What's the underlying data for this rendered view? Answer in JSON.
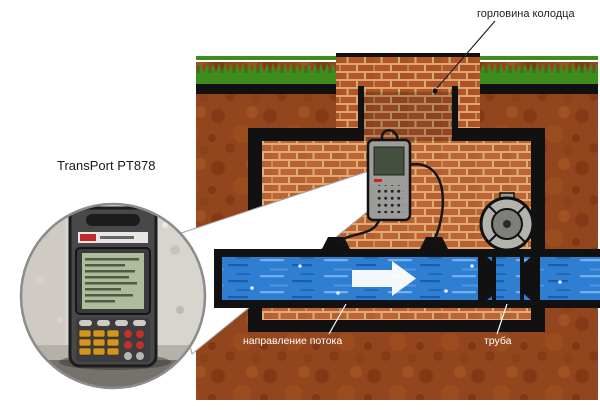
{
  "labels": {
    "device_title": "TransPort PT878",
    "well_neck": "горловина колодца",
    "flow_direction": "направление потока",
    "pipe": "труба"
  },
  "palette": {
    "earth": "#93451d",
    "brick": "#b5562a",
    "mortar": "#d9a972",
    "grass": "#3e8c1c",
    "water": "#2e7ed2",
    "outline": "#111111",
    "label_dark": "#222222",
    "label_light": "#ffffff",
    "arrow": "#ffffff"
  },
  "icons": {
    "flow_arrow": "→"
  }
}
